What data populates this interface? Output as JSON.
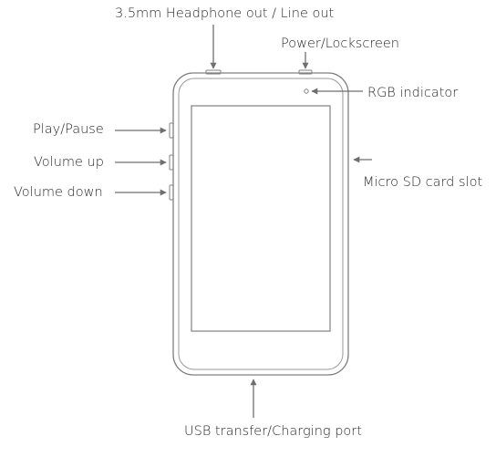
{
  "labels": {
    "headphone": "3.5mm Headphone out / Line out",
    "power": "Power/Lockscreen",
    "rgb": "RGB indicator",
    "play_pause": "Play/Pause",
    "volume_up": "Volume up",
    "volume_down": "Volume down",
    "micro_sd": "Micro SD card slot",
    "usb": "USB transfer/Charging port"
  },
  "colors": {
    "outline": "#7a7a7a",
    "arrow": "#6f6f6f",
    "text": "#2a2a2a"
  }
}
